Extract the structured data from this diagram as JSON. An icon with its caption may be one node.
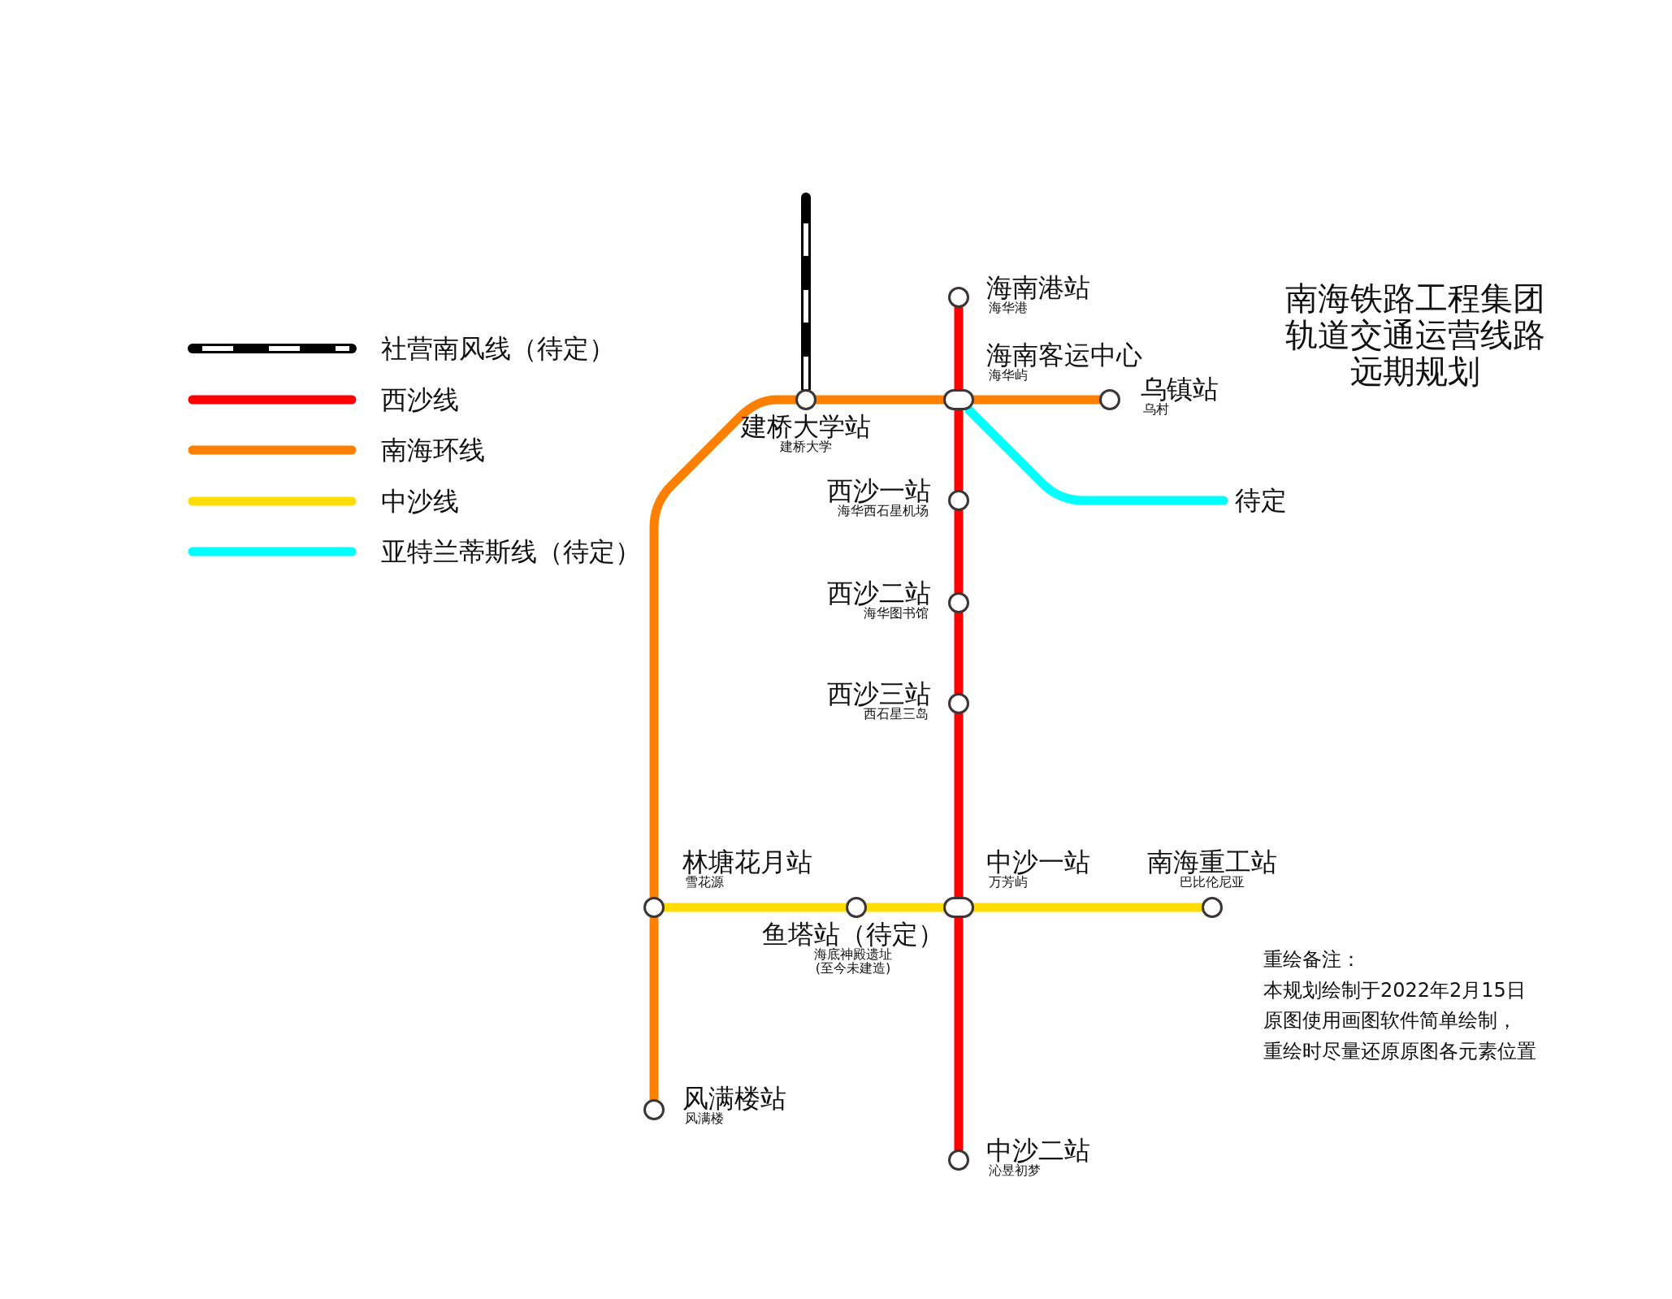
{
  "diagram": {
    "title": "南海铁路工程集团轨道交通运营线路远期规划",
    "nodes": [
      {
        "text": [
          "海南港站",
          "海华港"
        ]
      },
      {
        "text": [
          "建桥大学站",
          "建桥大学"
        ]
      },
      {
        "text": [
          "海南客运中心",
          "海华屿"
        ]
      },
      {
        "text": [
          "乌镇站",
          "乌村"
        ]
      },
      {
        "text": [
          "西沙一站",
          "海华西石星机场"
        ]
      },
      {
        "text": [
          "待定"
        ]
      },
      {
        "text": [
          "西沙二站",
          "海华图书馆"
        ]
      },
      {
        "text": [
          "西沙三站",
          "西石星三岛"
        ]
      },
      {
        "text": [
          "林塘花月站",
          "雪花源"
        ]
      },
      {
        "text": [
          "中沙一站",
          "万芳屿"
        ]
      },
      {
        "text": [
          "南海重工站",
          "巴比伦尼亚"
        ]
      },
      {
        "text": [
          "鱼塔站（待定）",
          "海底神殿遗址",
          "(至今未建造)"
        ]
      },
      {
        "text": [
          "风满楼站",
          "风满楼"
        ]
      },
      {
        "text": [
          "中沙二站",
          "沁昱初梦"
        ]
      }
    ],
    "edges": [
      {
        "from": 1,
        "to": null,
        "arrow": "none",
        "style": "dashed",
        "color": "#000000"
      },
      {
        "from": 0,
        "to": 2,
        "arrow": "none",
        "color": "#ff0000"
      },
      {
        "from": 2,
        "to": 4,
        "arrow": "none",
        "color": "#ff0000"
      },
      {
        "from": 4,
        "to": 6,
        "arrow": "none",
        "color": "#ff0000"
      },
      {
        "from": 6,
        "to": 7,
        "arrow": "none",
        "color": "#ff0000"
      },
      {
        "from": 7,
        "to": 9,
        "arrow": "none",
        "color": "#ff0000"
      },
      {
        "from": 9,
        "to": 13,
        "arrow": "none",
        "color": "#ff0000"
      },
      {
        "from": 12,
        "to": 8,
        "arrow": "none",
        "color": "#ff8000"
      },
      {
        "from": 8,
        "to": 1,
        "arrow": "none",
        "color": "#ff8000"
      },
      {
        "from": 1,
        "to": 2,
        "arrow": "none",
        "color": "#ff8000"
      },
      {
        "from": 2,
        "to": 3,
        "arrow": "none",
        "color": "#ff8000"
      },
      {
        "from": 8,
        "to": 11,
        "arrow": "none",
        "color": "#ffdd00"
      },
      {
        "from": 11,
        "to": 9,
        "arrow": "none",
        "color": "#ffdd00"
      },
      {
        "from": 9,
        "to": 10,
        "arrow": "none",
        "color": "#ffdd00"
      },
      {
        "from": 2,
        "to": 5,
        "arrow": "none",
        "color": "#00ffff"
      }
    ],
    "labels": [
      "重绘备注：",
      "本规划绘制于2022年2月15日",
      "原图使用画图软件简单绘制，",
      "重绘时尽量还原原图各元素位置"
    ],
    "legend": [
      {
        "text": "社营南风线（待定）"
      },
      {
        "text": "西沙线",
        "color": "#ff0000"
      },
      {
        "text": "南海环线",
        "color": "#ff8000"
      },
      {
        "text": "中沙线",
        "color": "#ffdd00"
      },
      {
        "text": "亚特兰蒂斯线（待定）",
        "color": "#00ffff"
      }
    ]
  }
}
